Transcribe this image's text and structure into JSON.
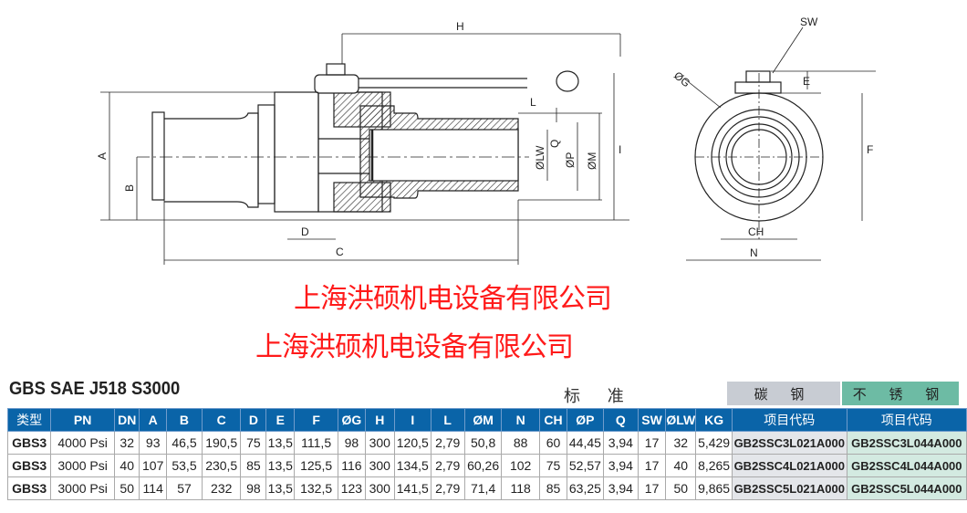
{
  "drawing": {
    "labels": {
      "H": "H",
      "A": "A",
      "B": "B",
      "L": "L",
      "LW": "ØLW",
      "Q": "Q",
      "P": "ØP",
      "M": "ØM",
      "I": "I",
      "D": "D",
      "C": "C",
      "SW": "SW",
      "G": "ØG",
      "E": "E",
      "F": "F",
      "CH": "CH",
      "N": "N"
    }
  },
  "watermark": "上海洪硕机电设备有限公司",
  "table": {
    "title": "GBS SAE J518 S3000",
    "standard": "标 准",
    "materials": [
      "碳 钢",
      "不 锈 钢"
    ],
    "headers": [
      "类型",
      "PN",
      "DN",
      "A",
      "B",
      "C",
      "D",
      "E",
      "F",
      "ØG",
      "H",
      "I",
      "L",
      "ØM",
      "N",
      "CH",
      "ØP",
      "Q",
      "SW",
      "ØLW",
      "KG",
      "项目代码",
      "项目代码"
    ],
    "rows": [
      [
        "GBS3",
        "4000 Psi",
        "32",
        "93",
        "46,5",
        "190,5",
        "75",
        "13,5",
        "111,5",
        "98",
        "300",
        "120,5",
        "2,79",
        "50,8",
        "88",
        "60",
        "44,45",
        "3,94",
        "17",
        "32",
        "5,429",
        "GB2SSC3L021A000",
        "GB2SSC3L044A000"
      ],
      [
        "GBS3",
        "3000 Psi",
        "40",
        "107",
        "53,5",
        "230,5",
        "85",
        "13,5",
        "125,5",
        "116",
        "300",
        "134,5",
        "2,79",
        "60,26",
        "102",
        "75",
        "52,57",
        "3,94",
        "17",
        "40",
        "8,265",
        "GB2SSC4L021A000",
        "GB2SSC4L044A000"
      ],
      [
        "GBS3",
        "3000 Psi",
        "50",
        "114",
        "57",
        "232",
        "98",
        "13,5",
        "132,5",
        "123",
        "300",
        "141,5",
        "2,79",
        "71,4",
        "118",
        "85",
        "63,25",
        "3,94",
        "17",
        "50",
        "9,865",
        "GB2SSC5L021A000",
        "GB2SSC5L044A000"
      ]
    ]
  },
  "colors": {
    "header": "#0a64a8",
    "carbon": "#c8ccd3",
    "stainless": "#6dbba4"
  }
}
